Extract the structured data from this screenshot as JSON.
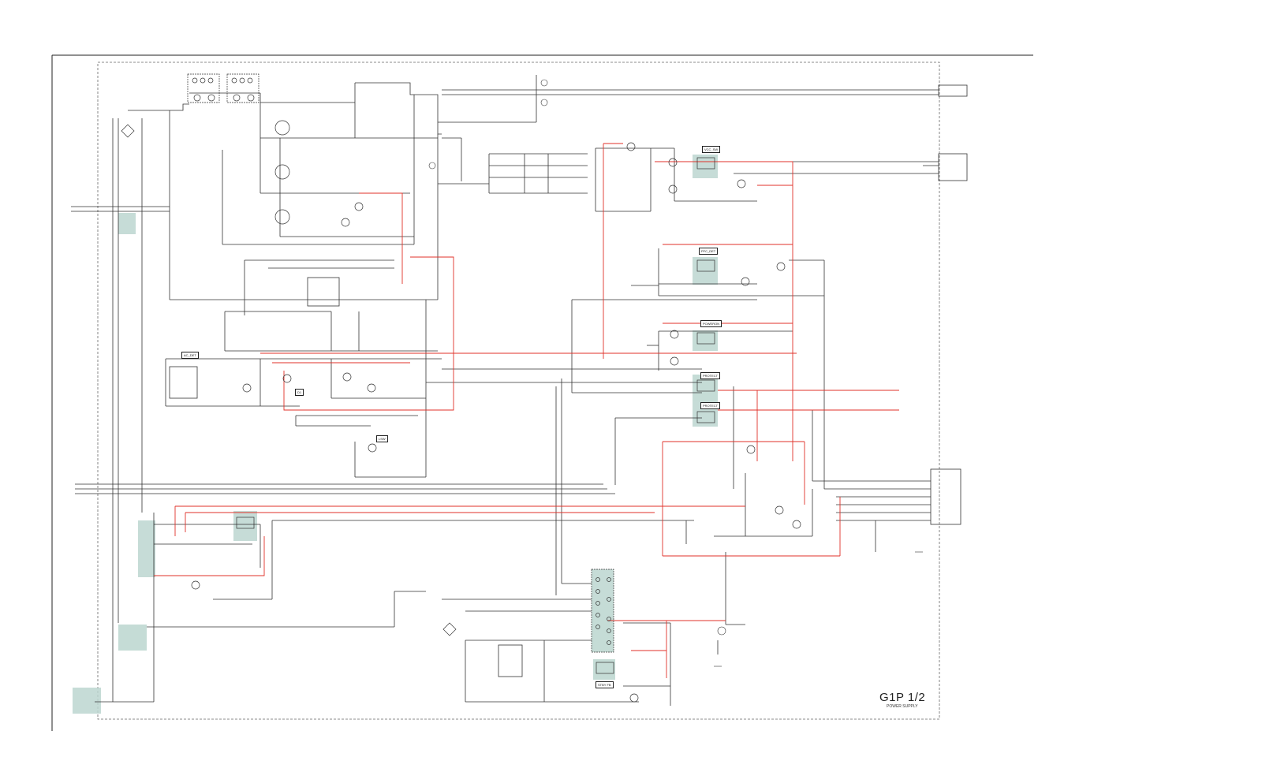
{
  "sheet": {
    "title": "G1P 1/2",
    "subtitle": "POWER SUPPLY"
  },
  "net_labels": {
    "vcc_sw": "VCC_SW",
    "pfc_det": "PFC_DET",
    "power_on": "POWERON",
    "protect_1": "PROTECT",
    "protect_2": "PROTECT",
    "ac_det": "AC_DET",
    "stby_fb": "STBY FB",
    "d_lbl": "D1",
    "lsw": "LSW"
  },
  "colors": {
    "wire": "#333333",
    "red_wire": "#e0322a",
    "shade": "#bcd6d0",
    "frame": "#555555"
  }
}
